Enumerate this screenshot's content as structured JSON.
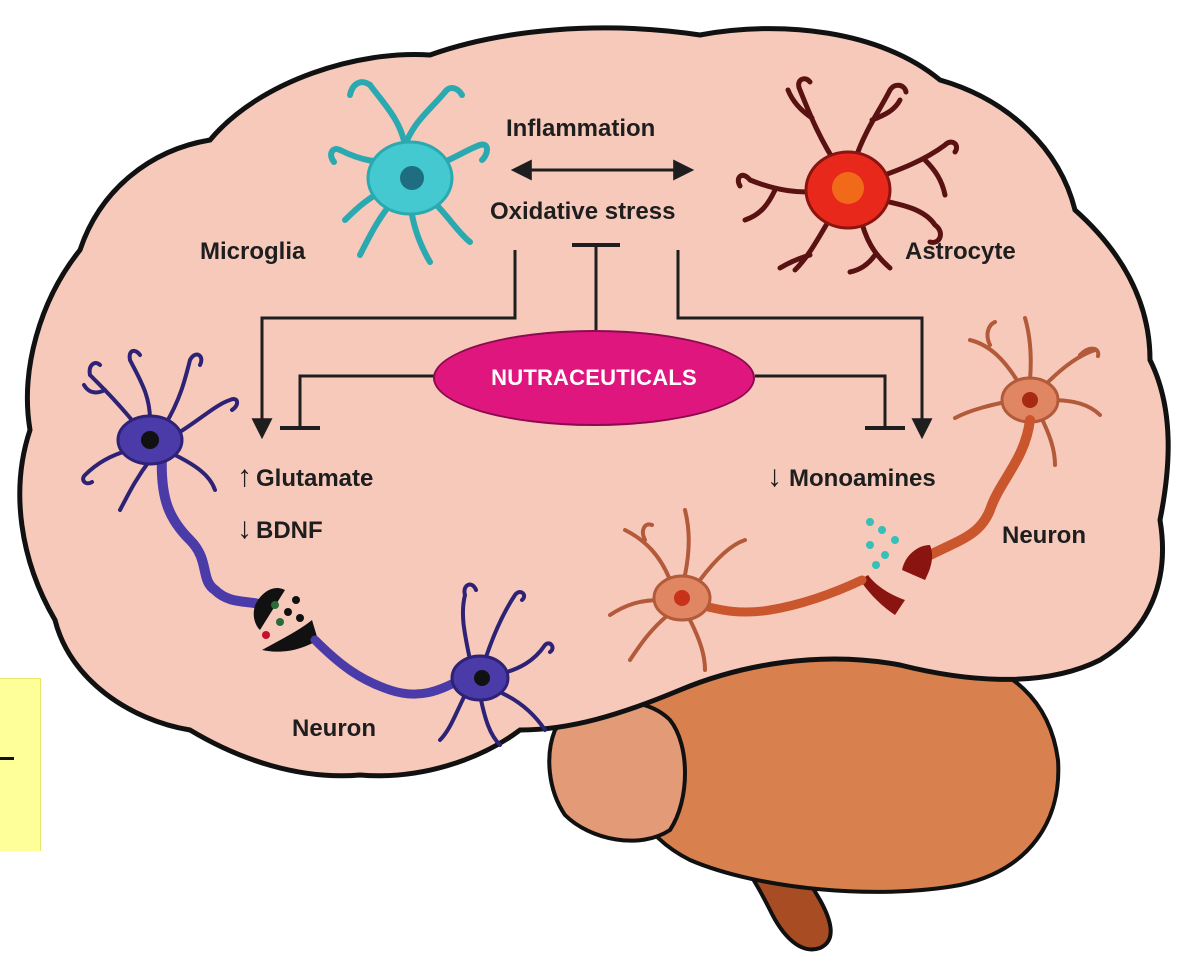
{
  "labels": {
    "inflammation": "Inflammation",
    "oxidative_stress": "Oxidative stress",
    "microglia": "Microglia",
    "astrocyte": "Astrocyte",
    "nutraceuticals": "NUTRACEUTICALS",
    "glutamate": "Glutamate",
    "bdnf": "BDNF",
    "monoamines": "Monoamines",
    "neuron_left": "Neuron",
    "neuron_right": "Neuron"
  },
  "arrows": {
    "glutamate": "↑",
    "bdnf": "↓",
    "monoamines": "↓"
  },
  "colors": {
    "brain_fill": "#f7c9bb",
    "brain_outline": "#111111",
    "cerebellum": "#d9804f",
    "brainstem": "#a84c24",
    "microglia": "#43c9cf",
    "astrocyte_body": "#e9281c",
    "astrocyte_branches": "#5a1111",
    "neuron_left": "#4a3ba8",
    "neuron_right": "#e08662",
    "nutraceuticals_fill": "#e0167f",
    "sticky_note": "#ffff99"
  }
}
